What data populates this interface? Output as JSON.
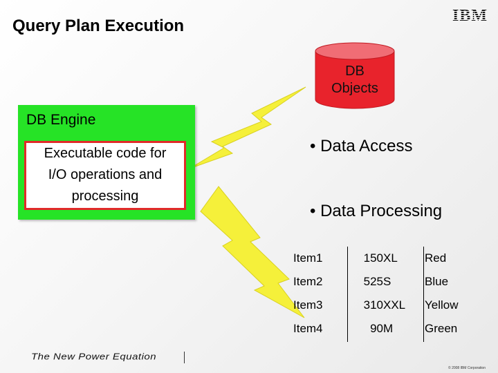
{
  "slide": {
    "title": "Query Plan Execution",
    "logo_text": "IBM",
    "footer_text": "The New Power Equation",
    "copyright": "© 2008 IBM Corporation"
  },
  "cylinder": {
    "line1": "DB",
    "line2": "Objects"
  },
  "engine": {
    "label": "DB Engine",
    "code_lines": [
      "Executable code for",
      "I/O operations and",
      "processing"
    ]
  },
  "bullets": [
    "• Data Access",
    "• Data Processing"
  ],
  "table": {
    "rows": [
      [
        "Item1",
        "150",
        "XL",
        "Red"
      ],
      [
        "Item2",
        "525",
        "S",
        "Blue"
      ],
      [
        "Item3",
        "310",
        "XXL",
        "Yellow"
      ],
      [
        "Item4",
        "90",
        "M",
        "Green"
      ]
    ]
  },
  "colors": {
    "engine_green": "#26e326",
    "code_border_red": "#e12a2a",
    "cylinder_red": "#e8232c",
    "bolt_yellow": "#f5f03a"
  }
}
